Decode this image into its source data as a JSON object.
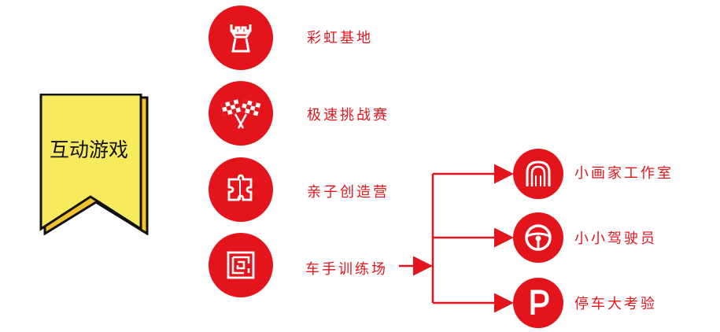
{
  "badge": {
    "title": "互动游戏"
  },
  "activities": [
    {
      "label": "彩虹基地",
      "icon": "castle-tower-icon"
    },
    {
      "label": "极速挑战赛",
      "icon": "checkered-flags-icon"
    },
    {
      "label": "亲子创造营",
      "icon": "puzzle-pieces-icon"
    },
    {
      "label": "车手训练场",
      "icon": "maze-icon"
    }
  ],
  "sub_activities": [
    {
      "label": "小画家工作室",
      "icon": "tunnel-icon"
    },
    {
      "label": "小小驾驶员",
      "icon": "steering-wheel-icon"
    },
    {
      "label": "停车大考验",
      "icon": "parking-p-icon"
    }
  ],
  "colors": {
    "accent": "#e3141b",
    "badge_fill": "#f7ea5d",
    "badge_shadow": "#f2c12e"
  }
}
